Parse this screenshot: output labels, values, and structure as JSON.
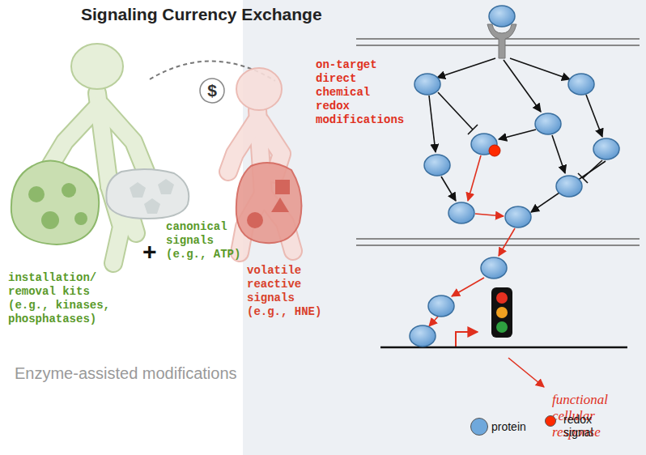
{
  "diagram": {
    "title": "Signaling Currency Exchange",
    "labels": [
      "$",
      "installation/ removal kits (e.g., kinases, phosphatases)",
      "+",
      "canonical signals (e.g., ATP)",
      "volatile reactive signals (e.g., HNE)",
      "Enzyme-assisted modifications",
      "on-target direct chemical redox modifications",
      "functional cellular response"
    ],
    "legend": [
      {
        "text": "protein",
        "color": "#6fa8dc"
      },
      {
        "text": "redox signal",
        "color": "#ff2a00"
      }
    ]
  }
}
